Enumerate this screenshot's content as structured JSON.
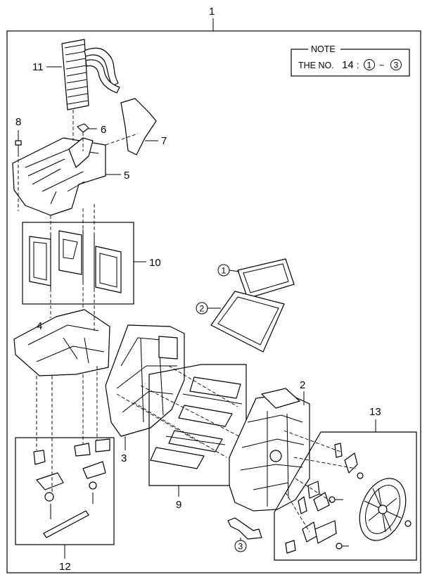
{
  "callouts": {
    "c1": "1",
    "c2": "2",
    "c3a": "3",
    "c3b": "3",
    "c4": "4",
    "c5": "5",
    "c6": "6",
    "c7": "7",
    "c8": "8",
    "c9": "9",
    "c10": "10",
    "c11": "11",
    "c12": "12",
    "c13": "13"
  },
  "note": {
    "title": "NOTE",
    "prefix": "THE NO.",
    "number": "14",
    "colon": ":",
    "from": "1",
    "tilde": "~",
    "to": "3"
  },
  "circled": {
    "one": "1",
    "two": "2",
    "three": "3"
  }
}
